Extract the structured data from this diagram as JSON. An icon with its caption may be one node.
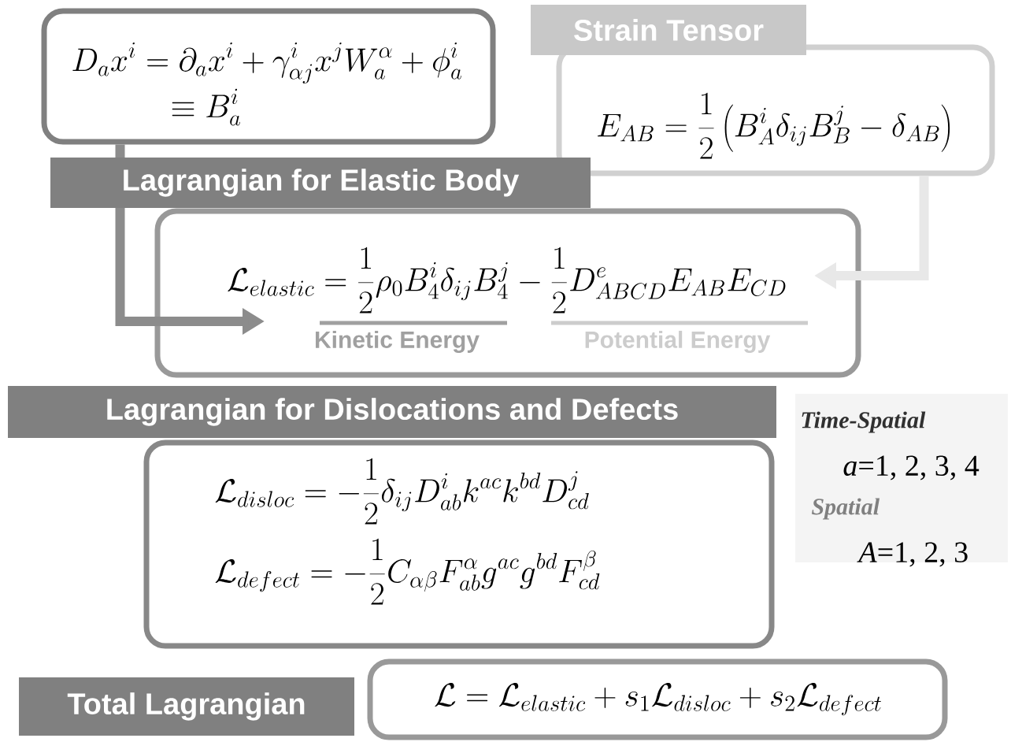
{
  "diagram": {
    "nodes": [
      {
        "text": [
          "D_a x^i=\\partial_a x^i+\\gamma^i_{\\alpha j}x^j W^\\alpha_a+\\phi^i_a",
          "\\equiv B^i_a"
        ]
      },
      {
        "text": [
          "Strain Tensor",
          "E_{AB}=\\frac{1}{2}\\left(B^i_A\\delta_{ij}B^j_B-\\delta_{AB}\\right)"
        ]
      },
      {
        "text": [
          "Lagrangian for Elastic Body",
          "\\mathcal{L}_{elastic}=\\frac{1}{2}\\rho_0 B^i_4\\delta_{ij}B^j_4-\\frac{1}{2}D^e_{ABCD}E_{AB}E_{CD}",
          "Kinetic Energy",
          "Potential Energy"
        ]
      },
      {
        "text": [
          "Lagrangian for Dislocations and Defects",
          "\\mathcal{L}_{disloc}=-\\frac{1}{2}\\delta_{ij}D^i_{ab}k^{ac}k^{bd}D^j_{cd}",
          "\\mathcal{L}_{defect}=-\\frac{1}{2}C_{\\alpha\\beta}F^\\alpha_{ab}g^{ac}g^{bd}F^\\beta_{cd}"
        ]
      },
      {
        "text": [
          "Time-Spatial",
          "*a*=1, 2, 3, 4",
          "Spatial",
          "*A*=1, 2, 3"
        ]
      },
      {
        "text": [
          "Total Lagrangian",
          "\\mathcal{L}=\\mathcal{L}_{elastic}+s_1\\mathcal{L}_{disloc}+s_2\\mathcal{L}_{defect}"
        ]
      }
    ],
    "edges": [
      {
        "from": 0,
        "to": 2,
        "arrow": "to",
        "color": "#8c8c8c"
      },
      {
        "from": 1,
        "to": 2,
        "arrow": "to",
        "color": "#e8e8e8"
      }
    ]
  }
}
